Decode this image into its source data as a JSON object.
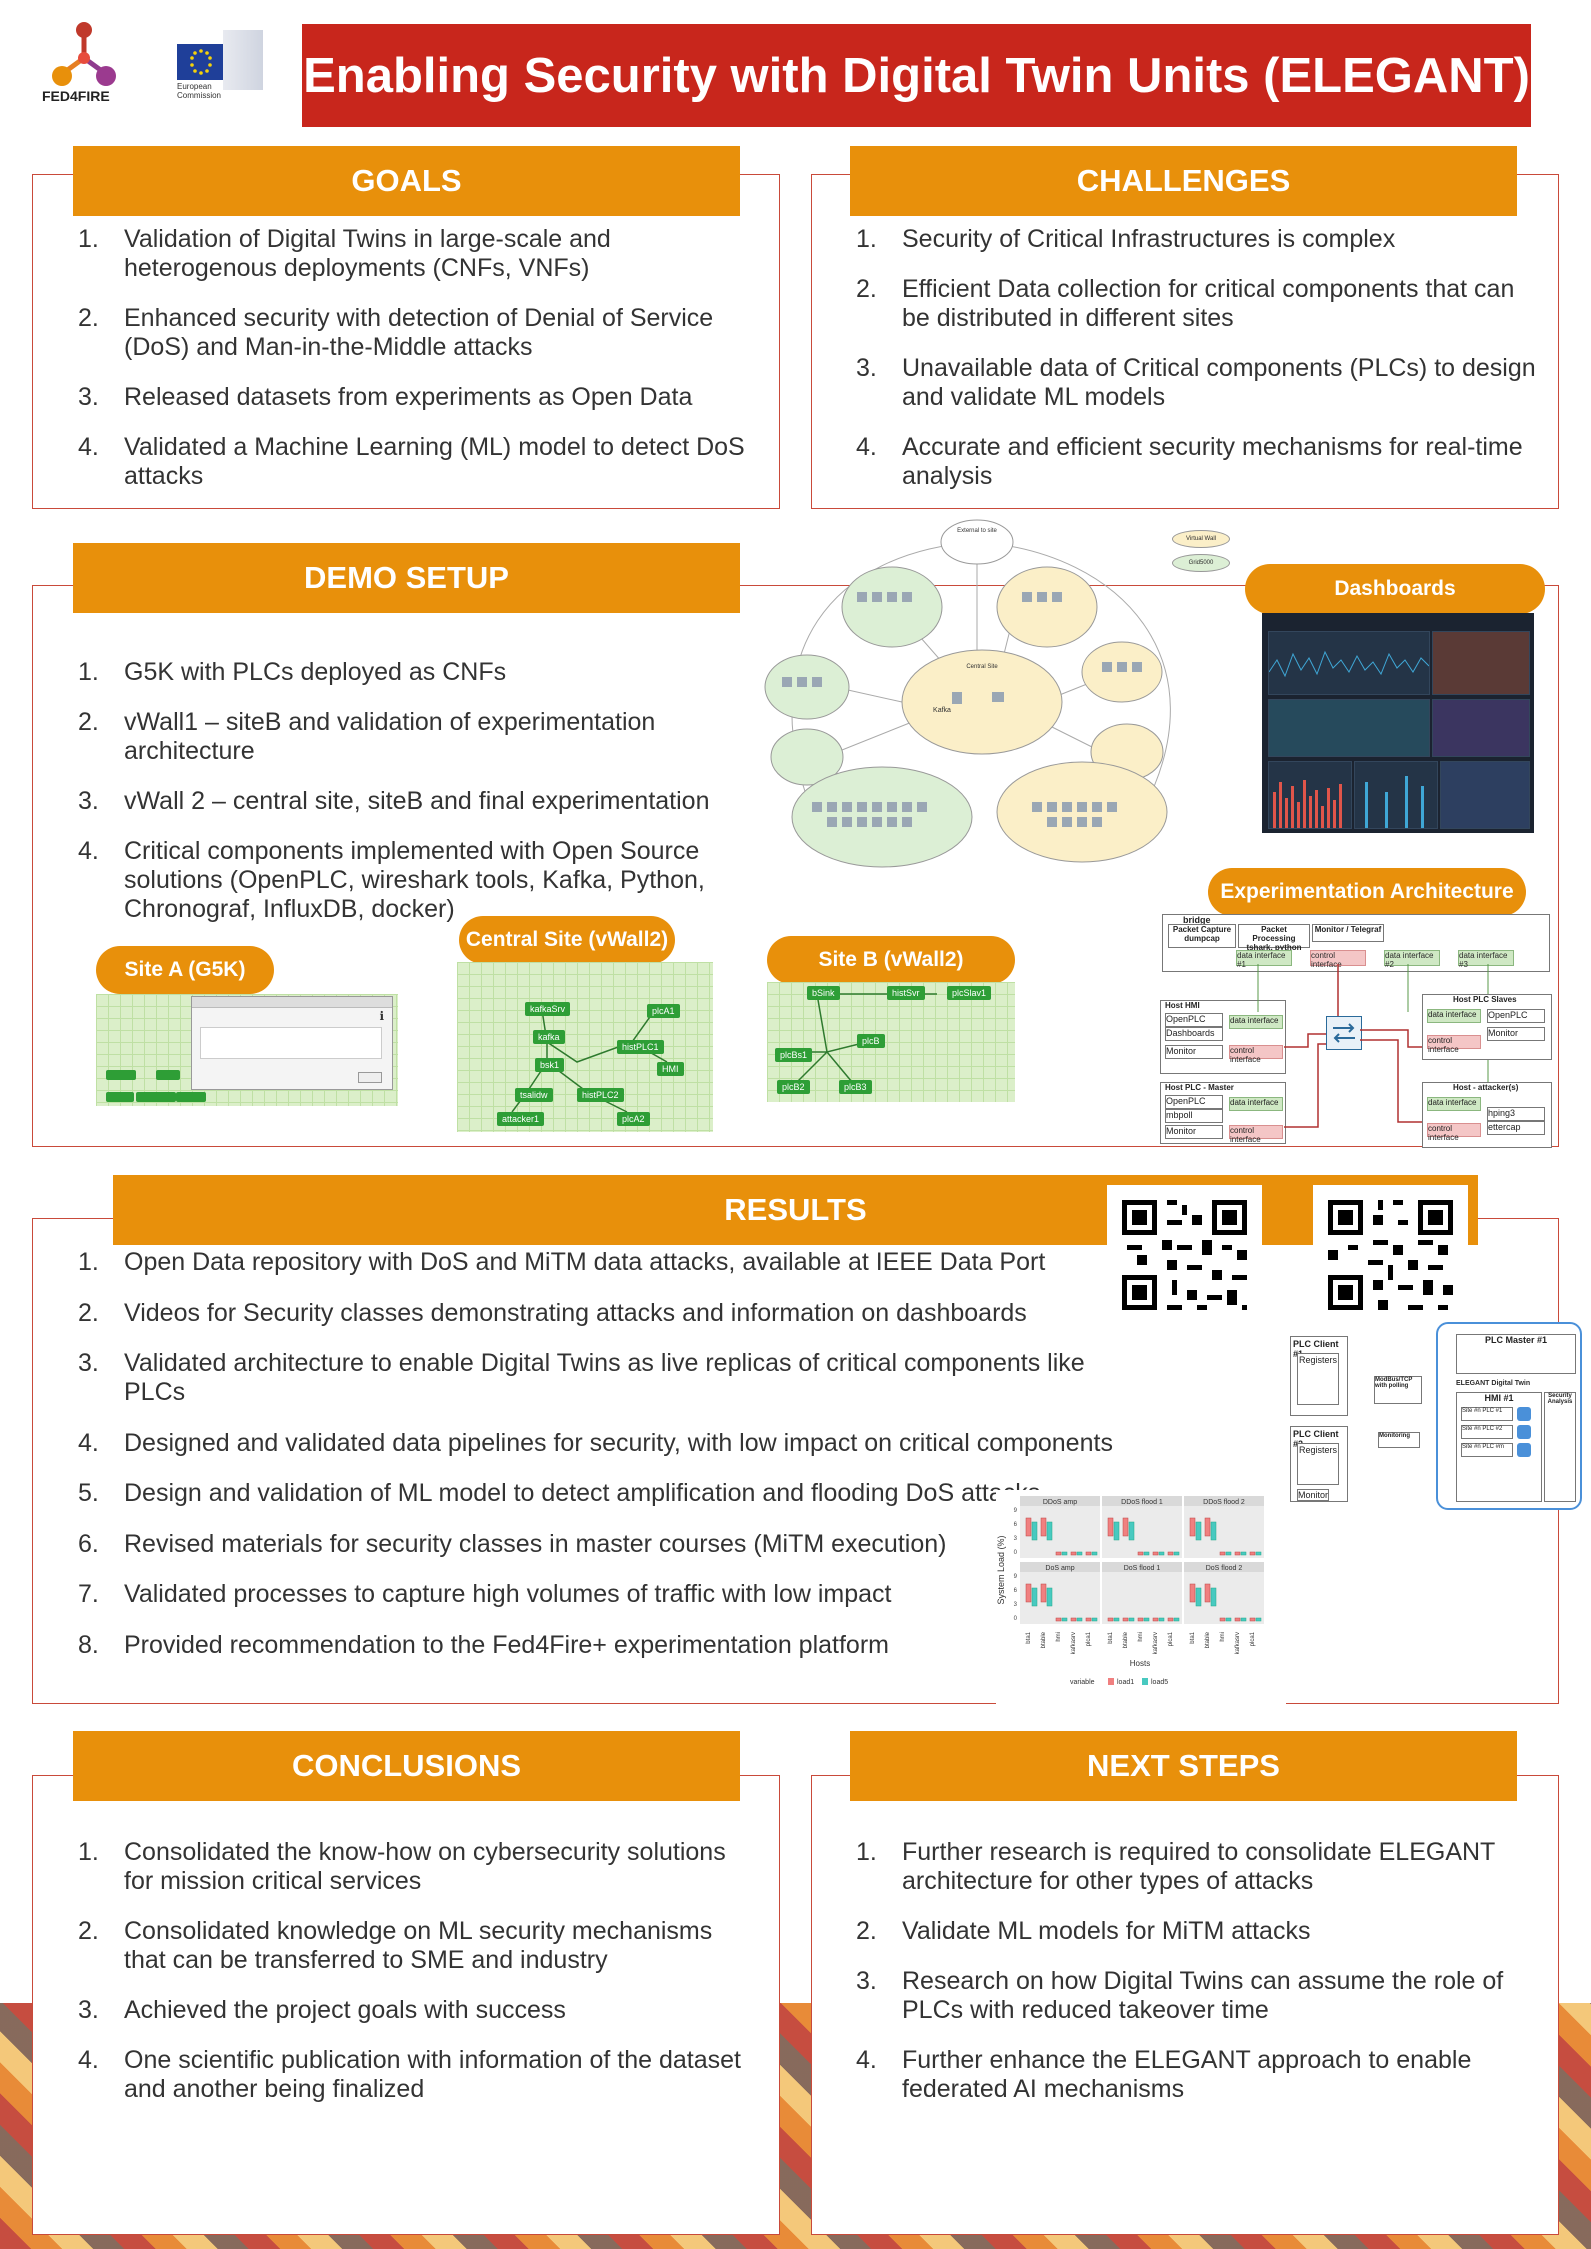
{
  "header": {
    "title": "Enabling Security with Digital Twin Units (ELEGANT)",
    "logo_fed4fire": "FED4FIRE",
    "logo_ec": "European Commission"
  },
  "goals": {
    "heading": "GOALS",
    "items": [
      {
        "n": "1.",
        "text": "Validation of Digital Twins in large-scale and heterogenous deployments (CNFs, VNFs)"
      },
      {
        "n": "2.",
        "text": "Enhanced security with detection of Denial of Service (DoS) and Man-in-the-Middle attacks"
      },
      {
        "n": "3.",
        "text": "Released datasets from experiments as Open Data"
      },
      {
        "n": "4.",
        "text": "Validated a Machine Learning (ML) model to detect DoS attacks"
      }
    ]
  },
  "challenges": {
    "heading": "CHALLENGES",
    "items": [
      {
        "n": "1.",
        "text": "Security of Critical Infrastructures is complex"
      },
      {
        "n": "2.",
        "text": "Efficient Data collection for critical components that can be distributed in different sites"
      },
      {
        "n": "3.",
        "text": "Unavailable data of Critical components (PLCs) to design and validate ML models"
      },
      {
        "n": "4.",
        "text": "Accurate and efficient security mechanisms for real-time analysis"
      }
    ]
  },
  "demo": {
    "heading": "DEMO SETUP",
    "items": [
      {
        "n": "1.",
        "text": "G5K with PLCs deployed as CNFs"
      },
      {
        "n": "2.",
        "text": "vWall1 – siteB and validation of experimentation architecture"
      },
      {
        "n": "3.",
        "text": "vWall 2 – central site, siteB and final experimentation"
      },
      {
        "n": "4.",
        "text": "Critical components implemented with Open Source solutions (OpenPLC, wireshark tools, Kafka, Python, Chronograf, InfluxDB, docker)"
      }
    ],
    "site_a": "Site A (G5K)",
    "central_site": "Central Site (vWall2)",
    "site_b": "Site B (vWall2)",
    "dashboards": "Dashboards",
    "exp_arch": "Experimentation Architecture",
    "central_nodes": [
      "kafkaSrv",
      "plcA1",
      "kafka",
      "histPLC1",
      "HMI",
      "bsk1",
      "tsalidw",
      "histPLC2",
      "attacker1",
      "plcA2"
    ],
    "siteb_nodes": [
      "bSink",
      "histSvr",
      "plcSlav1",
      "plcB",
      "plcBs1",
      "plcB2",
      "plcB3"
    ],
    "net_labels": {
      "external": "External to site",
      "central": "Central Site",
      "kafka": "Kafka",
      "virtual_wall": "Virtual Wall",
      "grid5000": "Grid5000"
    },
    "arch_labels": {
      "bridge": "bridge",
      "packet_capture": "Packet Capture dumpcap",
      "packet_processing": "Packet Processing tshark, python",
      "monitor_telegraf": "Monitor / Telegraf",
      "data_if1": "data interface #1",
      "control_if": "control interface",
      "data_if2": "data interface #2",
      "data_if3": "data interface #3",
      "host_hmi": "Host HMI",
      "openplc": "OpenPLC",
      "dashboards": "Dashboards",
      "monitor": "Monitor",
      "data_if": "data interface",
      "control_if2": "control interface",
      "host_plc_master": "Host PLC - Master",
      "mbpoll": "mbpoll",
      "host_plc_slaves": "Host PLC Slaves",
      "host_attacker": "Host - attacker(s)",
      "hping3": "hping3",
      "ettercap": "ettercap"
    }
  },
  "results": {
    "heading": "RESULTS",
    "items": [
      {
        "n": "1.",
        "text": "Open Data repository with DoS and MiTM data attacks, available at IEEE Data Port"
      },
      {
        "n": "2.",
        "text": "Videos for Security classes demonstrating attacks and information on dashboards"
      },
      {
        "n": "3.",
        "text": "Validated architecture to enable Digital Twins as live replicas of critical components like PLCs"
      },
      {
        "n": "4.",
        "text": "Designed and validated data pipelines for security, with low impact on critical components"
      },
      {
        "n": "5.",
        "text": "Design and validation of ML model to detect amplification and flooding DoS attacks"
      },
      {
        "n": "6.",
        "text": "Revised materials for security classes in master courses (MiTM execution)"
      },
      {
        "n": "7.",
        "text": "Validated processes to capture high volumes of traffic with low impact"
      },
      {
        "n": "8.",
        "text": "Provided recommendation to the Fed4Fire+ experimentation platform"
      }
    ],
    "twin": {
      "plc_client1": "PLC Client #1",
      "plc_client2": "PLC Client #2",
      "registers": "Registers",
      "modbus": "ModBus/TCP with polling",
      "monitoring": "Monitoring",
      "monitor": "Monitor",
      "plc_master": "PLC Master #1",
      "elegant_twin": "ELEGANT Digital Twin",
      "hmi": "HMI #1",
      "security": "Security Analysis",
      "site1": "Site #n PLC #1",
      "site2": "Site #n PLC #2",
      "site3": "Site #n PLC #m"
    },
    "boxplot": {
      "panels": [
        "DDoS amp",
        "DDoS flood 1",
        "DDoS flood 2",
        "DoS amp",
        "DoS flood 1",
        "DoS flood 2"
      ],
      "ylabel": "System Load (%)",
      "yticks": [
        "9",
        "6",
        "3",
        "0"
      ],
      "hosts": [
        "bta1",
        "btable",
        "hmi",
        "kafkasrv",
        "plca1"
      ],
      "xlabel": "Hosts",
      "legend_variable": "variable",
      "legend_load1": "load1",
      "legend_load5": "load5"
    }
  },
  "conclusions": {
    "heading": "CONCLUSIONS",
    "items": [
      {
        "n": "1.",
        "text": "Consolidated the know-how on cybersecurity solutions for mission critical services"
      },
      {
        "n": "2.",
        "text": "Consolidated knowledge on ML security mechanisms that can be transferred to SME and industry"
      },
      {
        "n": "3.",
        "text": "Achieved the project goals with success"
      },
      {
        "n": "4.",
        "text": "One scientific publication with information of the dataset and another being finalized"
      }
    ]
  },
  "next_steps": {
    "heading": "NEXT STEPS",
    "items": [
      {
        "n": "1.",
        "text": "Further research is required to consolidate ELEGANT architecture for other types of attacks"
      },
      {
        "n": "2.",
        "text": "Validate ML models for MiTM attacks"
      },
      {
        "n": "3.",
        "text": "Research on how Digital Twins can assume the role of PLCs with reduced takeover time"
      },
      {
        "n": "4.",
        "text": "Further enhance the ELEGANT approach to enable federated AI mechanisms"
      }
    ]
  },
  "colors": {
    "title_red": "#c8261c",
    "header_orange": "#e8900b",
    "border": "#c94a3a"
  }
}
